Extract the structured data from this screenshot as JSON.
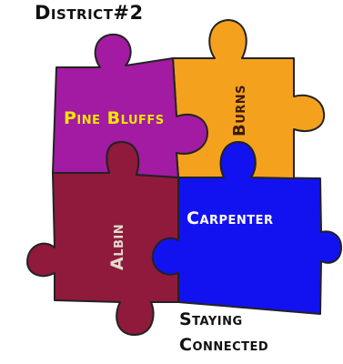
{
  "title": "District#2",
  "pieces": {
    "pine_bluffs": {
      "label": "Pine Bluffs",
      "color": "#a21ba2",
      "text_color": "#f2e600"
    },
    "burns": {
      "label": "Burns",
      "color": "#f4a11d",
      "text_color": "#3a1a0a"
    },
    "albin": {
      "label": "Albin",
      "color": "#8f1a3c",
      "text_color": "#e0dcd0"
    },
    "carpenter": {
      "label": "Carpenter",
      "color": "#1212f0",
      "text_color": "#ffffff"
    }
  },
  "tagline": {
    "line1": "Staying",
    "line2": "Connected"
  }
}
